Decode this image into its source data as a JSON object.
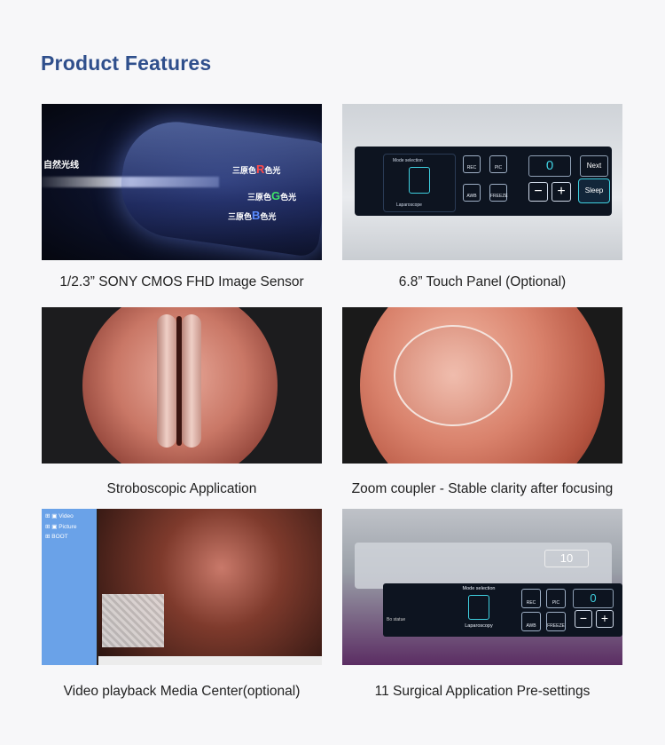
{
  "page": {
    "title": "Product Features"
  },
  "features": [
    {
      "caption": "1/2.3” SONY CMOS FHD Image Sensor",
      "labels": {
        "natural_light": "自然光线",
        "red_prefix": "三原色",
        "red_letter": "R",
        "red_suffix": "色光",
        "green_prefix": "三原色",
        "green_letter": "G",
        "green_suffix": "色光",
        "blue_prefix": "三原色",
        "blue_letter": "B",
        "blue_suffix": "色光"
      }
    },
    {
      "caption": "6.8” Touch Panel (Optional)",
      "panel": {
        "mode_title": "Mode selection",
        "mode_name": "Laparoscope",
        "rec": "REC",
        "pic": "PIC",
        "awb": "AWB",
        "freeze": "FREEZE",
        "digit": "0",
        "minus": "−",
        "plus": "+",
        "next": "Next",
        "sleep": "Sleep"
      }
    },
    {
      "caption": "Stroboscopic Application"
    },
    {
      "caption": "Zoom coupler - Stable clarity after focusing"
    },
    {
      "caption": "Video playback Media Center(optional)",
      "tree": [
        "Video",
        "Picture",
        "BOOT"
      ]
    },
    {
      "caption": "11 Surgical Application Pre-settings",
      "panel": {
        "mode_title": "Mode selection",
        "mode_name": "Laparoscopy",
        "rec": "REC",
        "pic": "PIC",
        "awb": "AWB",
        "freeze": "FREEZE",
        "digit": "0",
        "back_digit": "10",
        "minus": "−",
        "plus": "+",
        "side_label": "Bo statue"
      }
    }
  ]
}
